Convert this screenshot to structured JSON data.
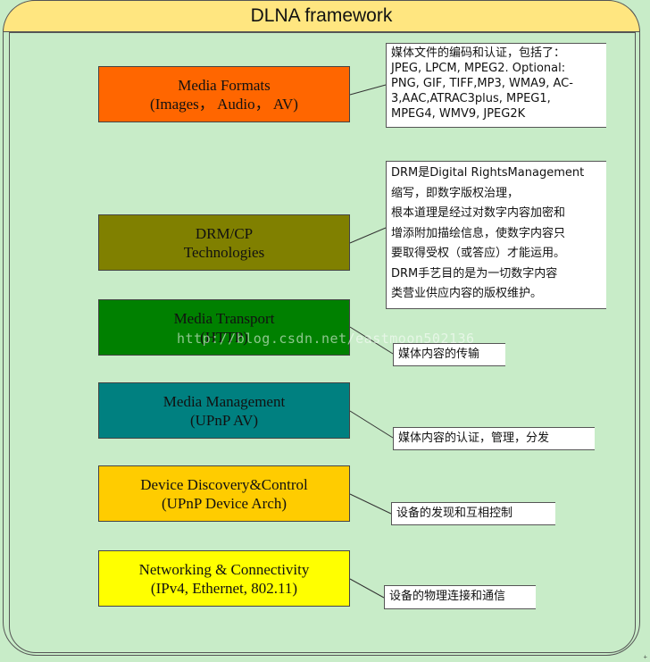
{
  "title": "DLNA framework",
  "layers": [
    {
      "line1": "Media Formats",
      "line2": "(Images， Audio， AV)",
      "color": "#ff6600",
      "text_color": "#111111"
    },
    {
      "line1": "DRM/CP",
      "line2": "Technologies",
      "color": "#808000",
      "text_color": "#111111"
    },
    {
      "line1": "Media Transport",
      "line2": "(HTTP)",
      "color": "#008000",
      "text_color": "#111111"
    },
    {
      "line1": "Media Management",
      "line2": "(UPnP AV)",
      "color": "#008080",
      "text_color": "#111111"
    },
    {
      "line1": "Device Discovery&Control",
      "line2": "(UPnP Device Arch)",
      "color": "#ffcc00",
      "text_color": "#111111"
    },
    {
      "line1": "Networking & Connectivity",
      "line2": "(IPv4, Ethernet, 802.11)",
      "color": "#ffff00",
      "text_color": "#111111"
    }
  ],
  "notes": [
    {
      "lines": [
        "媒体文件的编码和认证，包括了：",
        "JPEG, LPCM, MPEG2. Optional:",
        "PNG, GIF, TIFF,MP3, WMA9, AC-",
        "3,AAC,ATRAC3plus, MPEG1,",
        "MPEG4, WMV9, JPEG2K"
      ]
    },
    {
      "lines": [
        "DRM是Digital RightsManagement",
        "缩写，即数字版权治理，",
        "根本道理是经过对数字内容加密和",
        "增添附加描绘信息，使数字内容只",
        "要取得受权（或答应）才能运用。",
        "DRM手艺目的是为一切数字内容",
        "类营业供应内容的版权维护。"
      ]
    },
    {
      "lines": [
        "媒体内容的传输"
      ]
    },
    {
      "lines": [
        "媒体内容的认证，管理，分发"
      ]
    },
    {
      "lines": [
        "设备的发现和互相控制"
      ]
    },
    {
      "lines": [
        "设备的物理连接和通信"
      ]
    }
  ],
  "watermark": "http://blog.csdn.net/eastmoon502136",
  "corner_mark": "+"
}
